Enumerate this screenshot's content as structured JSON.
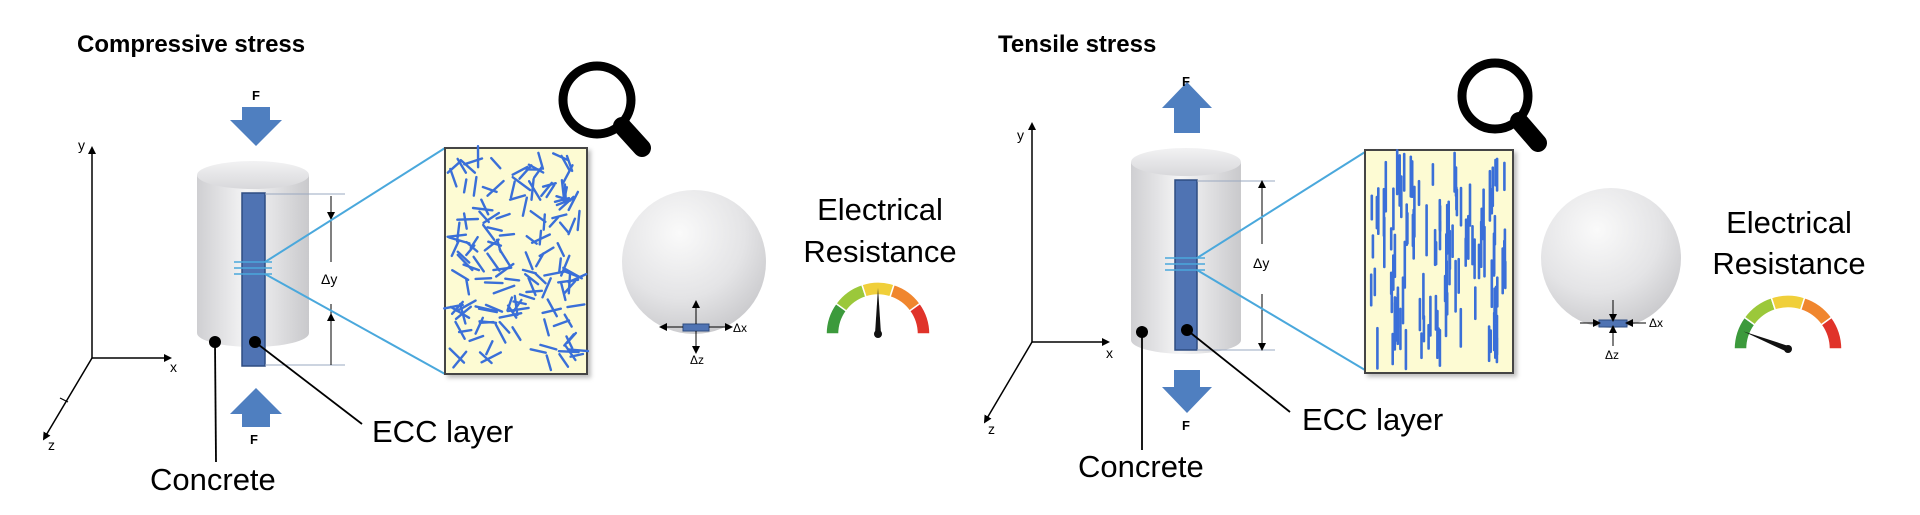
{
  "panels": [
    {
      "title": "Compressive stress",
      "force_label": "F",
      "axes": {
        "x": "x",
        "y": "y",
        "z": "z"
      },
      "delta_y": "Δy",
      "concrete_label": "Concrete",
      "ecc_label": "ECC layer",
      "electrical_label_line1": "Electrical",
      "electrical_label_line2": "Resistance",
      "micro_axes": {
        "x": "Δx",
        "z": "Δz"
      },
      "fiber_pattern": "random",
      "gauge_level": 0.5,
      "icons": [
        "magnifier-icon",
        "arrow-down-icon",
        "arrow-up-icon"
      ]
    },
    {
      "title": "Tensile stress",
      "force_label": "F",
      "axes": {
        "x": "x",
        "y": "y",
        "z": "z"
      },
      "delta_y": "Δy",
      "concrete_label": "Concrete",
      "ecc_label": "ECC  layer",
      "electrical_label_line1": "Electrical",
      "electrical_label_line2": "Resistance",
      "micro_axes": {
        "x": "Δx",
        "z": "Δz"
      },
      "fiber_pattern": "aligned",
      "gauge_level": 0.12,
      "icons": [
        "magnifier-icon",
        "arrow-up-icon",
        "arrow-down-icon"
      ]
    }
  ],
  "colors": {
    "ecc_layer": "#4f73b3",
    "fiber": "#3a6fd8",
    "zoom_fill": "#fdfbd3",
    "zoom_line": "#4aa8dc",
    "force_arrow": "#4f7fc0",
    "gauge": [
      "#3c9a3c",
      "#9bc83a",
      "#f0cf3a",
      "#f0862e",
      "#e0332a"
    ]
  }
}
